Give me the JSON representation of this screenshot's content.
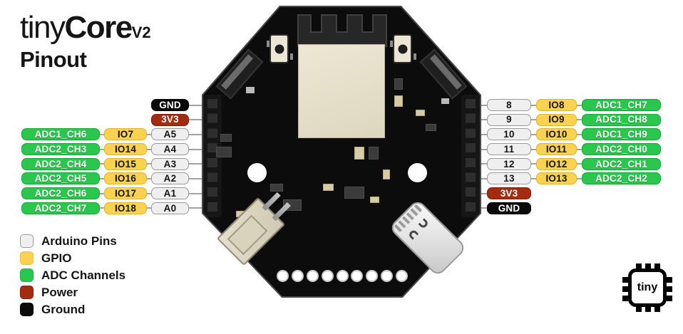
{
  "title": {
    "brand_light": "tiny",
    "brand_bold": "Core",
    "version": "V2",
    "subtitle": "Pinout"
  },
  "colors": {
    "arduino_pins": "#efefef",
    "gpio": "#f9d34f",
    "adc_channels": "#2bc64d",
    "power": "#a32b10",
    "ground": "#0a0a0a"
  },
  "left_pins": {
    "power_rows": [
      {
        "label": "GND",
        "type": "ground"
      },
      {
        "label": "3V3",
        "type": "power"
      }
    ],
    "rows": [
      {
        "adc": "ADC1_CH6",
        "gpio": "IO7",
        "arduino": "A5"
      },
      {
        "adc": "ADC2_CH3",
        "gpio": "IO14",
        "arduino": "A4"
      },
      {
        "adc": "ADC2_CH4",
        "gpio": "IO15",
        "arduino": "A3"
      },
      {
        "adc": "ADC2_CH5",
        "gpio": "IO16",
        "arduino": "A2"
      },
      {
        "adc": "ADC2_CH6",
        "gpio": "IO17",
        "arduino": "A1"
      },
      {
        "adc": "ADC2_CH7",
        "gpio": "IO18",
        "arduino": "A0"
      }
    ]
  },
  "right_pins": {
    "rows": [
      {
        "arduino": "8",
        "gpio": "IO8",
        "adc": "ADC1_CH7"
      },
      {
        "arduino": "9",
        "gpio": "IO9",
        "adc": "ADC1_CH8"
      },
      {
        "arduino": "10",
        "gpio": "IO10",
        "adc": "ADC1_CH9"
      },
      {
        "arduino": "11",
        "gpio": "IO11",
        "adc": "ADC2_CH0"
      },
      {
        "arduino": "12",
        "gpio": "IO12",
        "adc": "ADC2_CH1"
      },
      {
        "arduino": "13",
        "gpio": "IO13",
        "adc": "ADC2_CH2"
      }
    ],
    "power_rows": [
      {
        "label": "3V3",
        "type": "power"
      },
      {
        "label": "GND",
        "type": "ground"
      }
    ]
  },
  "legend": {
    "items": [
      {
        "label": "Arduino Pins",
        "type": "arduino"
      },
      {
        "label": "GPIO",
        "type": "gpio"
      },
      {
        "label": "ADC Channels",
        "type": "adc"
      },
      {
        "label": "Power",
        "type": "power"
      },
      {
        "label": "Ground",
        "type": "ground"
      }
    ]
  },
  "logo": {
    "text": "tiny"
  }
}
